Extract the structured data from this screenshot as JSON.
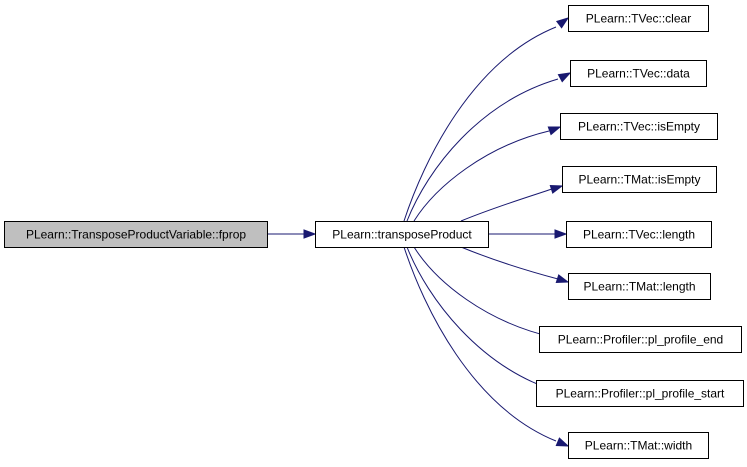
{
  "graph": {
    "colors": {
      "edge": "#191970",
      "node_fill": "#ffffff",
      "highlighted_fill": "#bfbfbf",
      "border": "#000000"
    },
    "nodes": [
      {
        "id": "n0",
        "label": "PLearn::TransposeProductVariable::fprop",
        "highlighted": true
      },
      {
        "id": "n1",
        "label": "PLearn::transposeProduct",
        "highlighted": false
      },
      {
        "id": "n2",
        "label": "PLearn::TVec::clear",
        "highlighted": false
      },
      {
        "id": "n3",
        "label": "PLearn::TVec::data",
        "highlighted": false
      },
      {
        "id": "n4",
        "label": "PLearn::TVec::isEmpty",
        "highlighted": false
      },
      {
        "id": "n5",
        "label": "PLearn::TMat::isEmpty",
        "highlighted": false
      },
      {
        "id": "n6",
        "label": "PLearn::TVec::length",
        "highlighted": false
      },
      {
        "id": "n7",
        "label": "PLearn::TMat::length",
        "highlighted": false
      },
      {
        "id": "n8",
        "label": "PLearn::Profiler::pl_profile_end",
        "highlighted": false
      },
      {
        "id": "n9",
        "label": "PLearn::Profiler::pl_profile_start",
        "highlighted": false
      },
      {
        "id": "n10",
        "label": "PLearn::TMat::width",
        "highlighted": false
      }
    ],
    "edges": [
      {
        "from": "n0",
        "to": "n1"
      },
      {
        "from": "n1",
        "to": "n2"
      },
      {
        "from": "n1",
        "to": "n3"
      },
      {
        "from": "n1",
        "to": "n4"
      },
      {
        "from": "n1",
        "to": "n5"
      },
      {
        "from": "n1",
        "to": "n6"
      },
      {
        "from": "n1",
        "to": "n7"
      },
      {
        "from": "n1",
        "to": "n8"
      },
      {
        "from": "n1",
        "to": "n9"
      },
      {
        "from": "n1",
        "to": "n10"
      }
    ]
  }
}
